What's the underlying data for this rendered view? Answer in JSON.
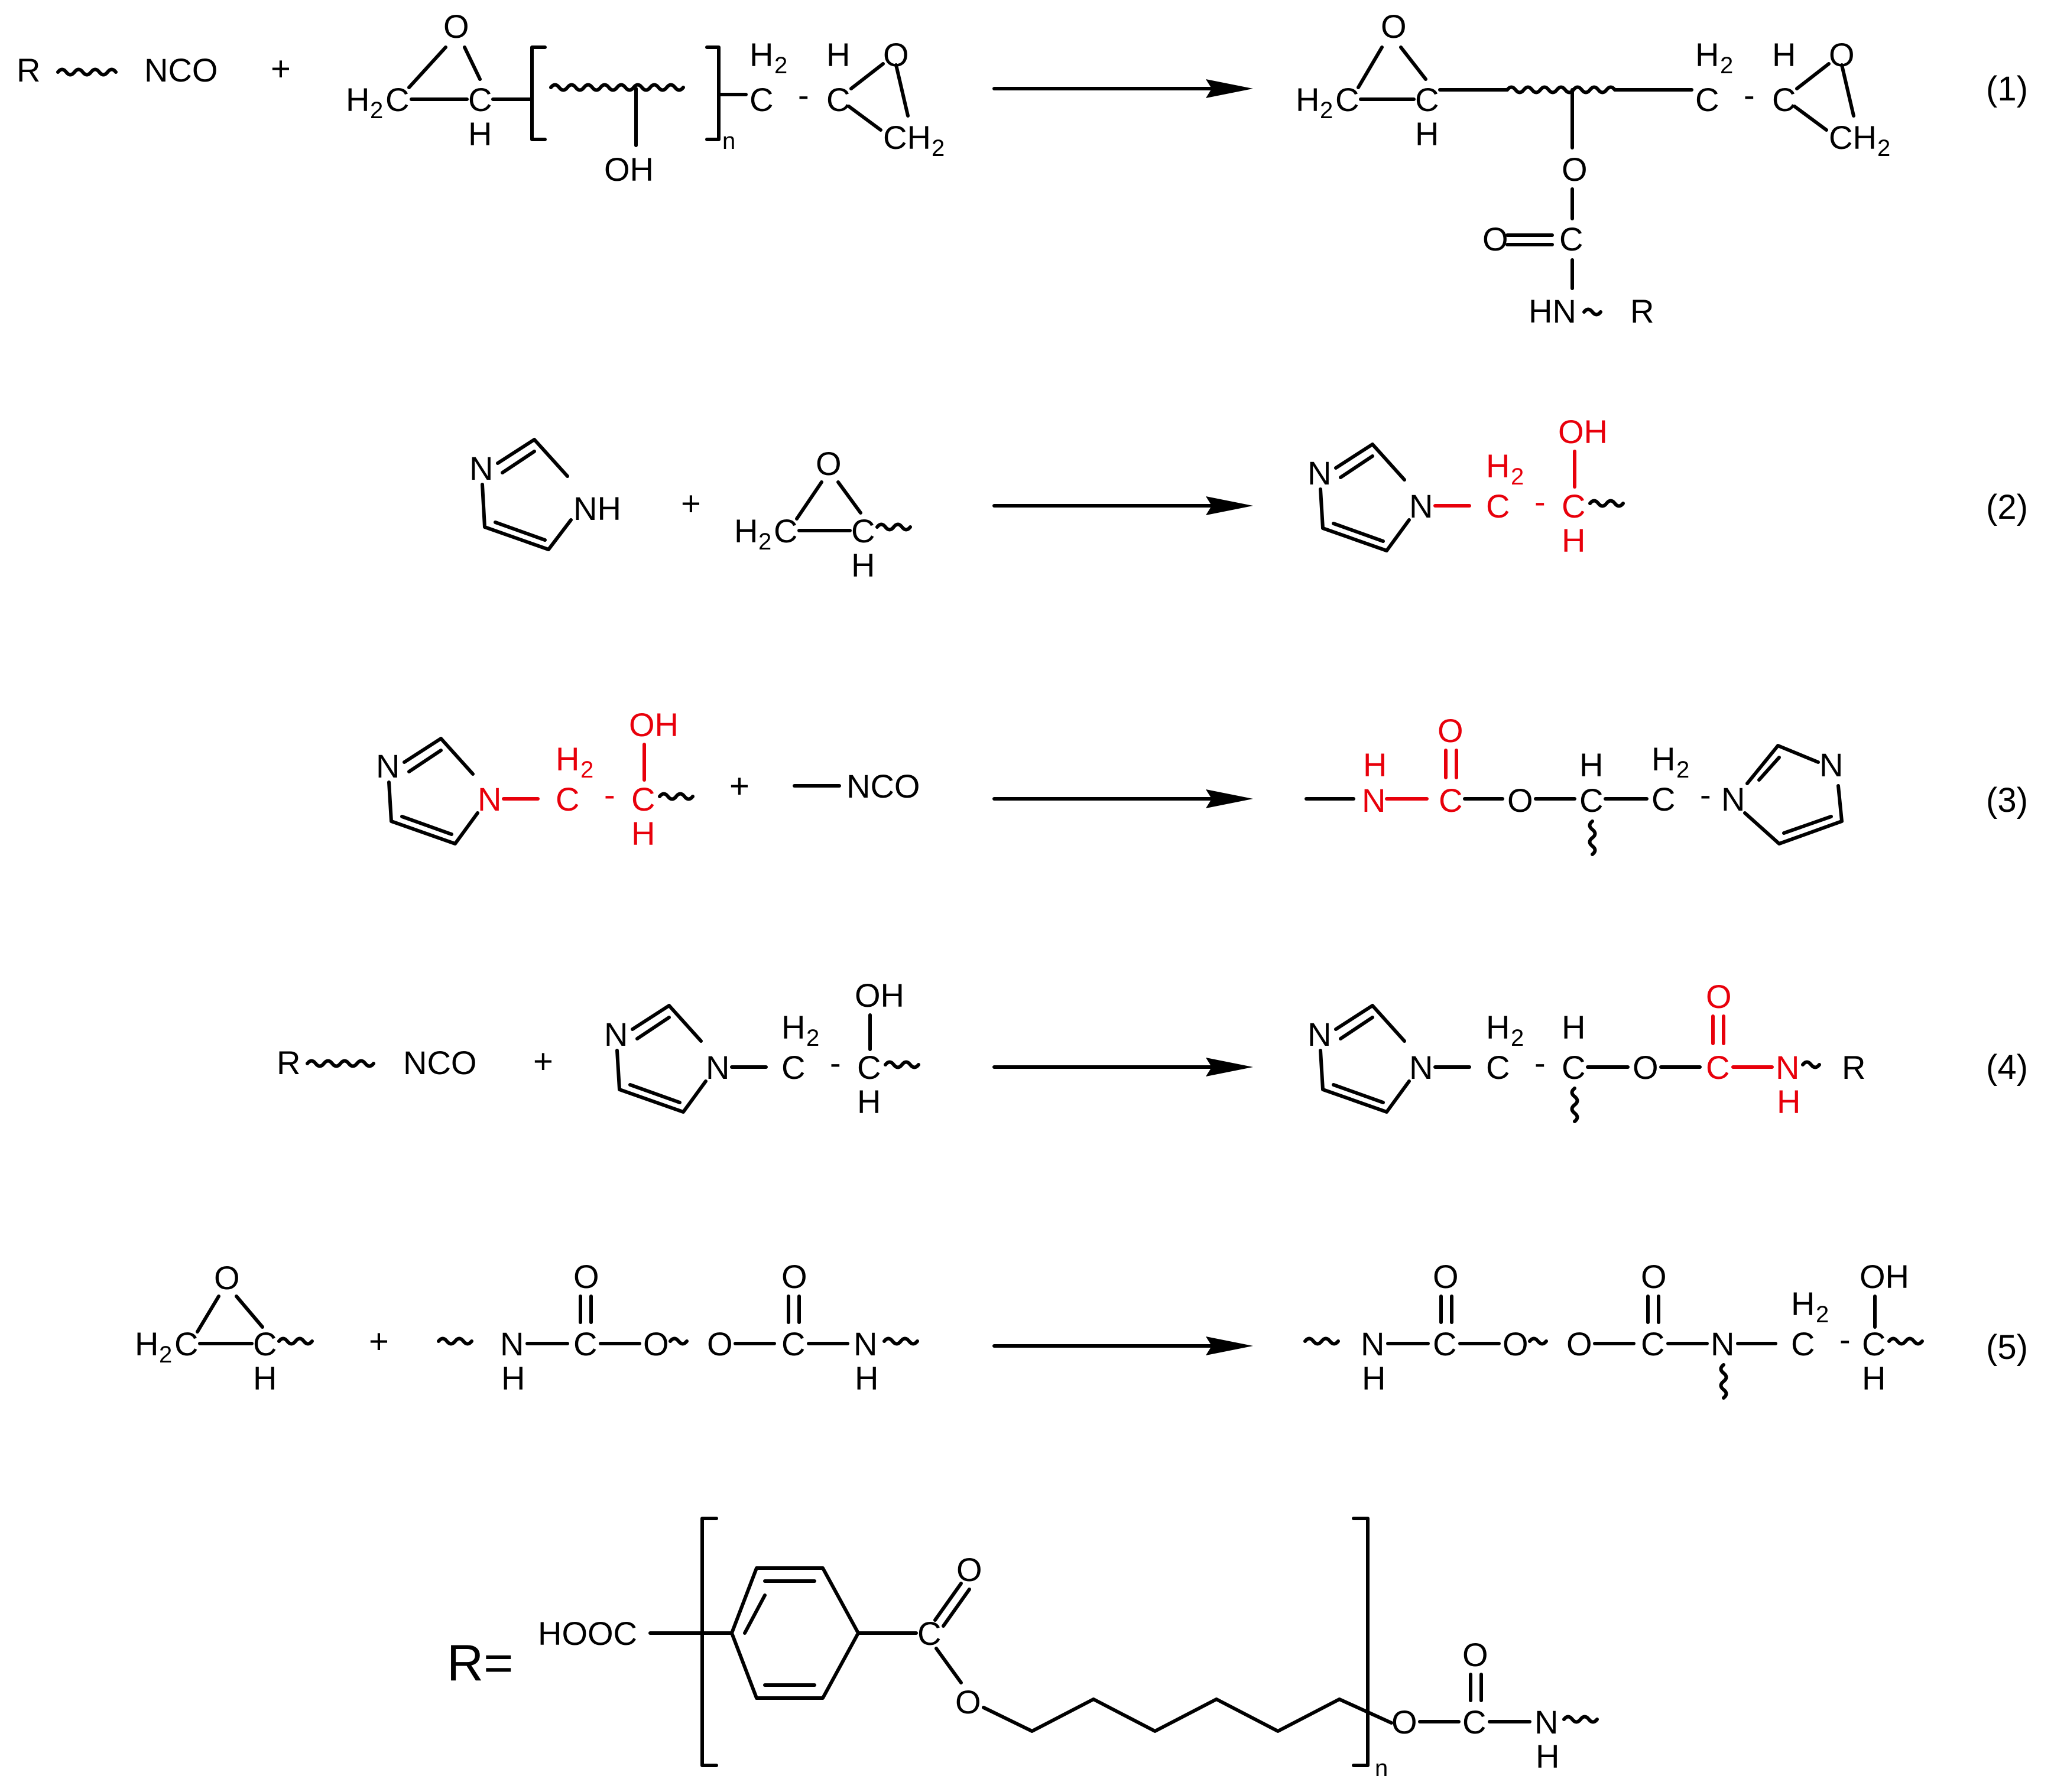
{
  "equation_labels": [
    "(1)",
    "(2)",
    "(3)",
    "(4)",
    "(5)"
  ],
  "atoms": {
    "R": "R",
    "NCO": "NCO",
    "plus": "+",
    "O": "O",
    "C": "C",
    "H": "H",
    "N": "N",
    "H2": "H",
    "sub2": "2",
    "n": "n",
    "OH": "OH",
    "NH": "NH",
    "HN": "HN",
    "ChargeO": "O",
    "dash": "-",
    "H2C_H": "H",
    "H2C_C": "C",
    "CH2_C": "CH",
    "HOOC": "HOOC",
    "R_eq": "R="
  },
  "colors": {
    "highlight": "#e8000b",
    "ink": "#000000"
  }
}
